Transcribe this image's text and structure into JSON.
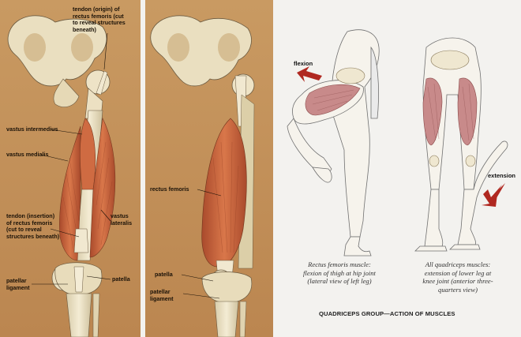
{
  "panel_left": {
    "labels": {
      "tendon_origin": "tendon (origin) of\nrectus femoris (cut\nto reveal structures\nbeneath)",
      "vastus_intermedius": "vastus intermedius",
      "vastus_medialis": "vastus medialis",
      "tendon_insertion": "tendon (insertion)\nof rectus femoris\n(cut to reveal\nstructures beneath)",
      "vastus_lateralis": "vastus\nlateralis",
      "patellar_ligament": "patellar\nligament",
      "patella": "patella"
    }
  },
  "panel_middle": {
    "labels": {
      "rectus_femoris": "rectus femoris",
      "patella": "patella",
      "patellar_ligament": "patellar\nligament"
    }
  },
  "panel_right": {
    "labels": {
      "flexion": "flexion",
      "extension": "extension"
    },
    "captions": {
      "left": "Rectus femoris muscle:\nflexion of thigh at hip joint\n(lateral view of left leg)",
      "right": "All quadriceps muscles:\nextension of lower leg at\nknee joint (anterior three-\nquarters view)"
    },
    "title": "QUADRICEPS GROUP—ACTION OF MUSCLES"
  },
  "colors": {
    "panel_bg": "#c8965e",
    "bone": "#efe4c6",
    "muscle": "#c8603a",
    "arrow": "#b02820",
    "outline": "#4a3a2a"
  }
}
